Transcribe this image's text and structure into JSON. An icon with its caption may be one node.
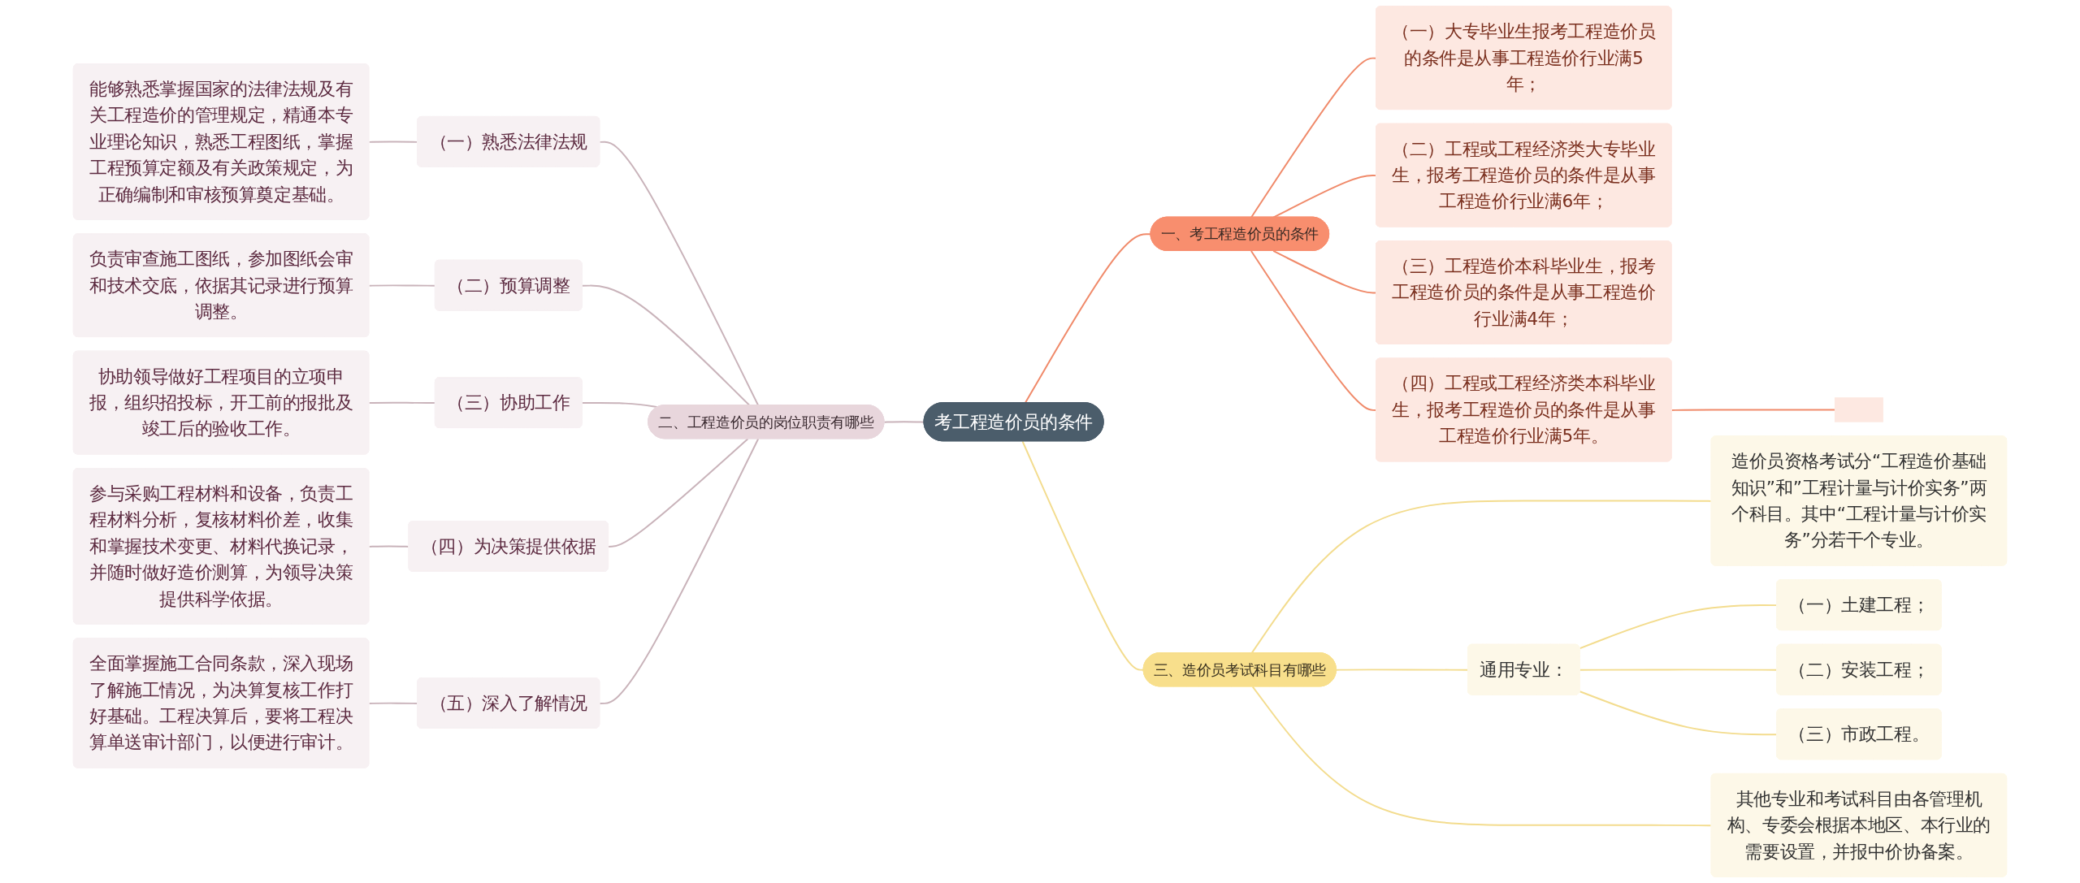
{
  "diagram": {
    "nodes": [
      {
        "text": [
          "考工程造价员的条件"
        ]
      },
      {
        "text": [
          "一、考工程造价员的条件"
        ]
      },
      {
        "text": [
          "（一）大专毕业生报考工程造价员的条件是从事工程造价行业满5年；"
        ]
      },
      {
        "text": [
          "（二）工程或工程经济类大专毕业生，报考工程造价员的条件是从事工程造价行业满6年；"
        ]
      },
      {
        "text": [
          "（三）工程造价本科毕业生，报考工程造价员的条件是从事工程造价行业满4年；"
        ]
      },
      {
        "text": [
          "（四）工程或工程经济类本科毕业生，报考工程造价员的条件是从事工程造价行业满5年。"
        ]
      },
      {
        "text": [],
        "shape": "box"
      },
      {
        "text": [
          "二、工程造价员的岗位职责有哪些"
        ]
      },
      {
        "text": [
          "（一）熟悉法律法规"
        ]
      },
      {
        "text": [
          "能够熟悉掌握国家的法律法规及有关工程造价的管理规定，精通本专业理论知识，熟悉工程图纸，掌握工程预算定额及有关政策规定，为正确编制和审核预算奠定基础。"
        ]
      },
      {
        "text": [
          "（二）预算调整"
        ]
      },
      {
        "text": [
          "负责审查施工图纸，参加图纸会审和技术交底，依据其记录进行预算调整。"
        ]
      },
      {
        "text": [
          "（三）协助工作"
        ]
      },
      {
        "text": [
          "协助领导做好工程项目的立项申报，组织招投标，开工前的报批及竣工后的验收工作。"
        ]
      },
      {
        "text": [
          "（四）为决策提供依据"
        ]
      },
      {
        "text": [
          "参与采购工程材料和设备，负责工程材料分析，复核材料价差，收集和掌握技术变更、材料代换记录，并随时做好造价测算，为领导决策提供科学依据。"
        ]
      },
      {
        "text": [
          "（五）深入了解情况"
        ]
      },
      {
        "text": [
          "全面掌握施工合同条款，深入现场了解施工情况，为决算复核工作打好基础。工程决算后，要将工程决算单送审计部门，以便进行审计。"
        ]
      },
      {
        "text": [
          "三、造价员考试科目有哪些"
        ]
      },
      {
        "text": [
          "造价员资格考试分“工程造价基础知识”和”工程计量与计价实务”两个科目。其中“工程计量与计价实务”分若干个专业。"
        ]
      },
      {
        "text": [
          "通用专业："
        ]
      },
      {
        "text": [
          "（一）土建工程；"
        ]
      },
      {
        "text": [
          "（二）安装工程；"
        ]
      },
      {
        "text": [
          "（三）市政工程。"
        ]
      },
      {
        "text": [
          "其他专业和考试科目由各管理机构、专委会根据本地区、本行业的需要设置，并报中价协备案。"
        ]
      }
    ],
    "edges": [
      {
        "from": 0,
        "to": 1,
        "arrow": "none",
        "color": "#f08a6a"
      },
      {
        "from": 1,
        "to": 2,
        "arrow": "none",
        "color": "#f08a6a"
      },
      {
        "from": 1,
        "to": 3,
        "arrow": "none",
        "color": "#f08a6a"
      },
      {
        "from": 1,
        "to": 4,
        "arrow": "none",
        "color": "#f08a6a"
      },
      {
        "from": 1,
        "to": 5,
        "arrow": "none",
        "color": "#f08a6a"
      },
      {
        "from": 5,
        "to": 6,
        "arrow": "none",
        "color": "#f08a6a"
      },
      {
        "from": 0,
        "to": 7,
        "arrow": "none",
        "color": "#c9b3ba"
      },
      {
        "from": 7,
        "to": 8,
        "arrow": "none",
        "color": "#c9b3ba"
      },
      {
        "from": 8,
        "to": 9,
        "arrow": "none",
        "color": "#c9b3ba"
      },
      {
        "from": 7,
        "to": 10,
        "arrow": "none",
        "color": "#c9b3ba"
      },
      {
        "from": 10,
        "to": 11,
        "arrow": "none",
        "color": "#c9b3ba"
      },
      {
        "from": 7,
        "to": 12,
        "arrow": "none",
        "color": "#c9b3ba"
      },
      {
        "from": 12,
        "to": 13,
        "arrow": "none",
        "color": "#c9b3ba"
      },
      {
        "from": 7,
        "to": 14,
        "arrow": "none",
        "color": "#c9b3ba"
      },
      {
        "from": 14,
        "to": 15,
        "arrow": "none",
        "color": "#c9b3ba"
      },
      {
        "from": 7,
        "to": 16,
        "arrow": "none",
        "color": "#c9b3ba"
      },
      {
        "from": 16,
        "to": 17,
        "arrow": "none",
        "color": "#c9b3ba"
      },
      {
        "from": 0,
        "to": 18,
        "arrow": "none",
        "color": "#f3dc8e"
      },
      {
        "from": 18,
        "to": 19,
        "arrow": "none",
        "color": "#f3dc8e"
      },
      {
        "from": 18,
        "to": 20,
        "arrow": "none",
        "color": "#f3dc8e"
      },
      {
        "from": 20,
        "to": 21,
        "arrow": "none",
        "color": "#f3dc8e"
      },
      {
        "from": 20,
        "to": 22,
        "arrow": "none",
        "color": "#f3dc8e"
      },
      {
        "from": 20,
        "to": 23,
        "arrow": "none",
        "color": "#f3dc8e"
      },
      {
        "from": 18,
        "to": 24,
        "arrow": "none",
        "color": "#f3dc8e"
      }
    ]
  }
}
